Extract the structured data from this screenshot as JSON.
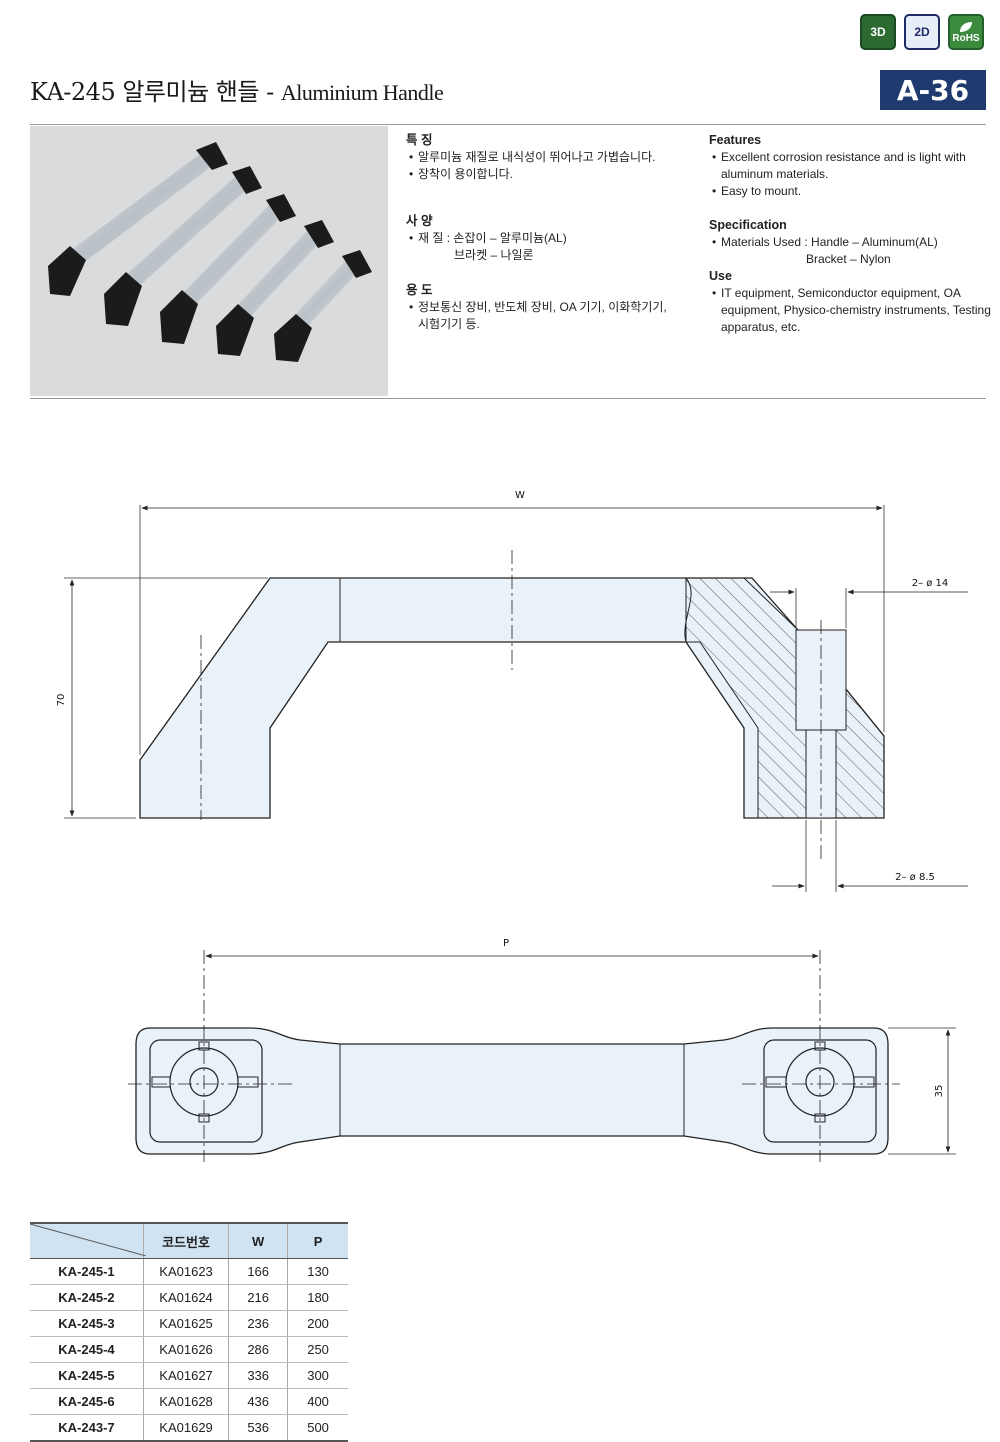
{
  "badges": {
    "threeD": "3D",
    "twoD": "2D",
    "rohs": "RoHS"
  },
  "header": {
    "title_kr": "KA-245 알루미늄 핸들",
    "title_sep": " - ",
    "title_en": "Aluminium Handle",
    "page_code": "A-36"
  },
  "korean": {
    "features_title": "특 징",
    "features": [
      "알루미늄 재질로 내식성이 뛰어나고 가볍습니다.",
      "장착이 용이합니다."
    ],
    "spec_title": "사 양",
    "spec_line1": "재 질 : 손잡이 – 알루미늄(AL)",
    "spec_line2": "브라켓 – 나일론",
    "use_title": "용 도",
    "use_line1": "정보통신 장비, 반도체 장비, OA 기기, 이화학기기,",
    "use_line2": "시험기기  등."
  },
  "english": {
    "features_title": "Features",
    "feature1_a": "Excellent corrosion resistance and is light with",
    "feature1_b": "aluminum materials.",
    "feature2": "Easy to mount.",
    "spec_title": "Specification",
    "spec_line1": "Materials Used : Handle – Aluminum(AL)",
    "spec_line2": "Bracket – Nylon",
    "use_title": "Use",
    "use_line1": "IT equipment, Semiconductor equipment, OA",
    "use_line2": "equipment, Physico-chemistry instruments, Testing",
    "use_line3": "apparatus, etc."
  },
  "drawing": {
    "dim_w": "W",
    "dim_h": "70",
    "dim_hole_top": "2– ø 14",
    "dim_hole_bottom": "2– ø 8.5",
    "dim_p": "P",
    "dim_depth": "35"
  },
  "table": {
    "headers": [
      "",
      "코드번호",
      "W",
      "P"
    ],
    "rows": [
      [
        "KA-245-1",
        "KA01623",
        "166",
        "130"
      ],
      [
        "KA-245-2",
        "KA01624",
        "216",
        "180"
      ],
      [
        "KA-245-3",
        "KA01625",
        "236",
        "200"
      ],
      [
        "KA-245-4",
        "KA01626",
        "286",
        "250"
      ],
      [
        "KA-245-5",
        "KA01627",
        "336",
        "300"
      ],
      [
        "KA-245-6",
        "KA01628",
        "436",
        "400"
      ],
      [
        "KA-243-7",
        "KA01629",
        "536",
        "500"
      ]
    ]
  },
  "colors": {
    "accent": "#1e3a6e",
    "table_header": "#cfe3f2",
    "part_fill": "#e9f2f9"
  }
}
